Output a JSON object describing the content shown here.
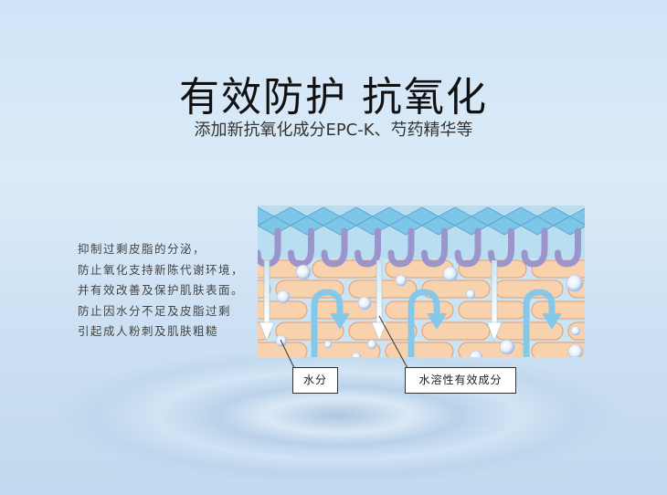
{
  "header": {
    "title": "有效防护 抗氧化",
    "subtitle": "添加新抗氧化成分EPC-K、芍药精华等"
  },
  "description": [
    "抑制过剩皮脂的分泌，",
    "防止氧化支持新陈代谢环境，",
    "并有效改善及保护肌肤表面。",
    "防止因水分不足及皮脂过剩",
    "引起成人粉刺及肌肤粗糙"
  ],
  "diagram": {
    "labels": {
      "water": "水分",
      "ingredient": "水溶性有效成分"
    }
  },
  "colors": {
    "band": "#b7def3",
    "diamond": "#7cc6e8",
    "hook": "#9b95cc",
    "cell": "#f8d2ad",
    "cell_border": "#e89a6a",
    "arrow": "#86c8ea"
  }
}
